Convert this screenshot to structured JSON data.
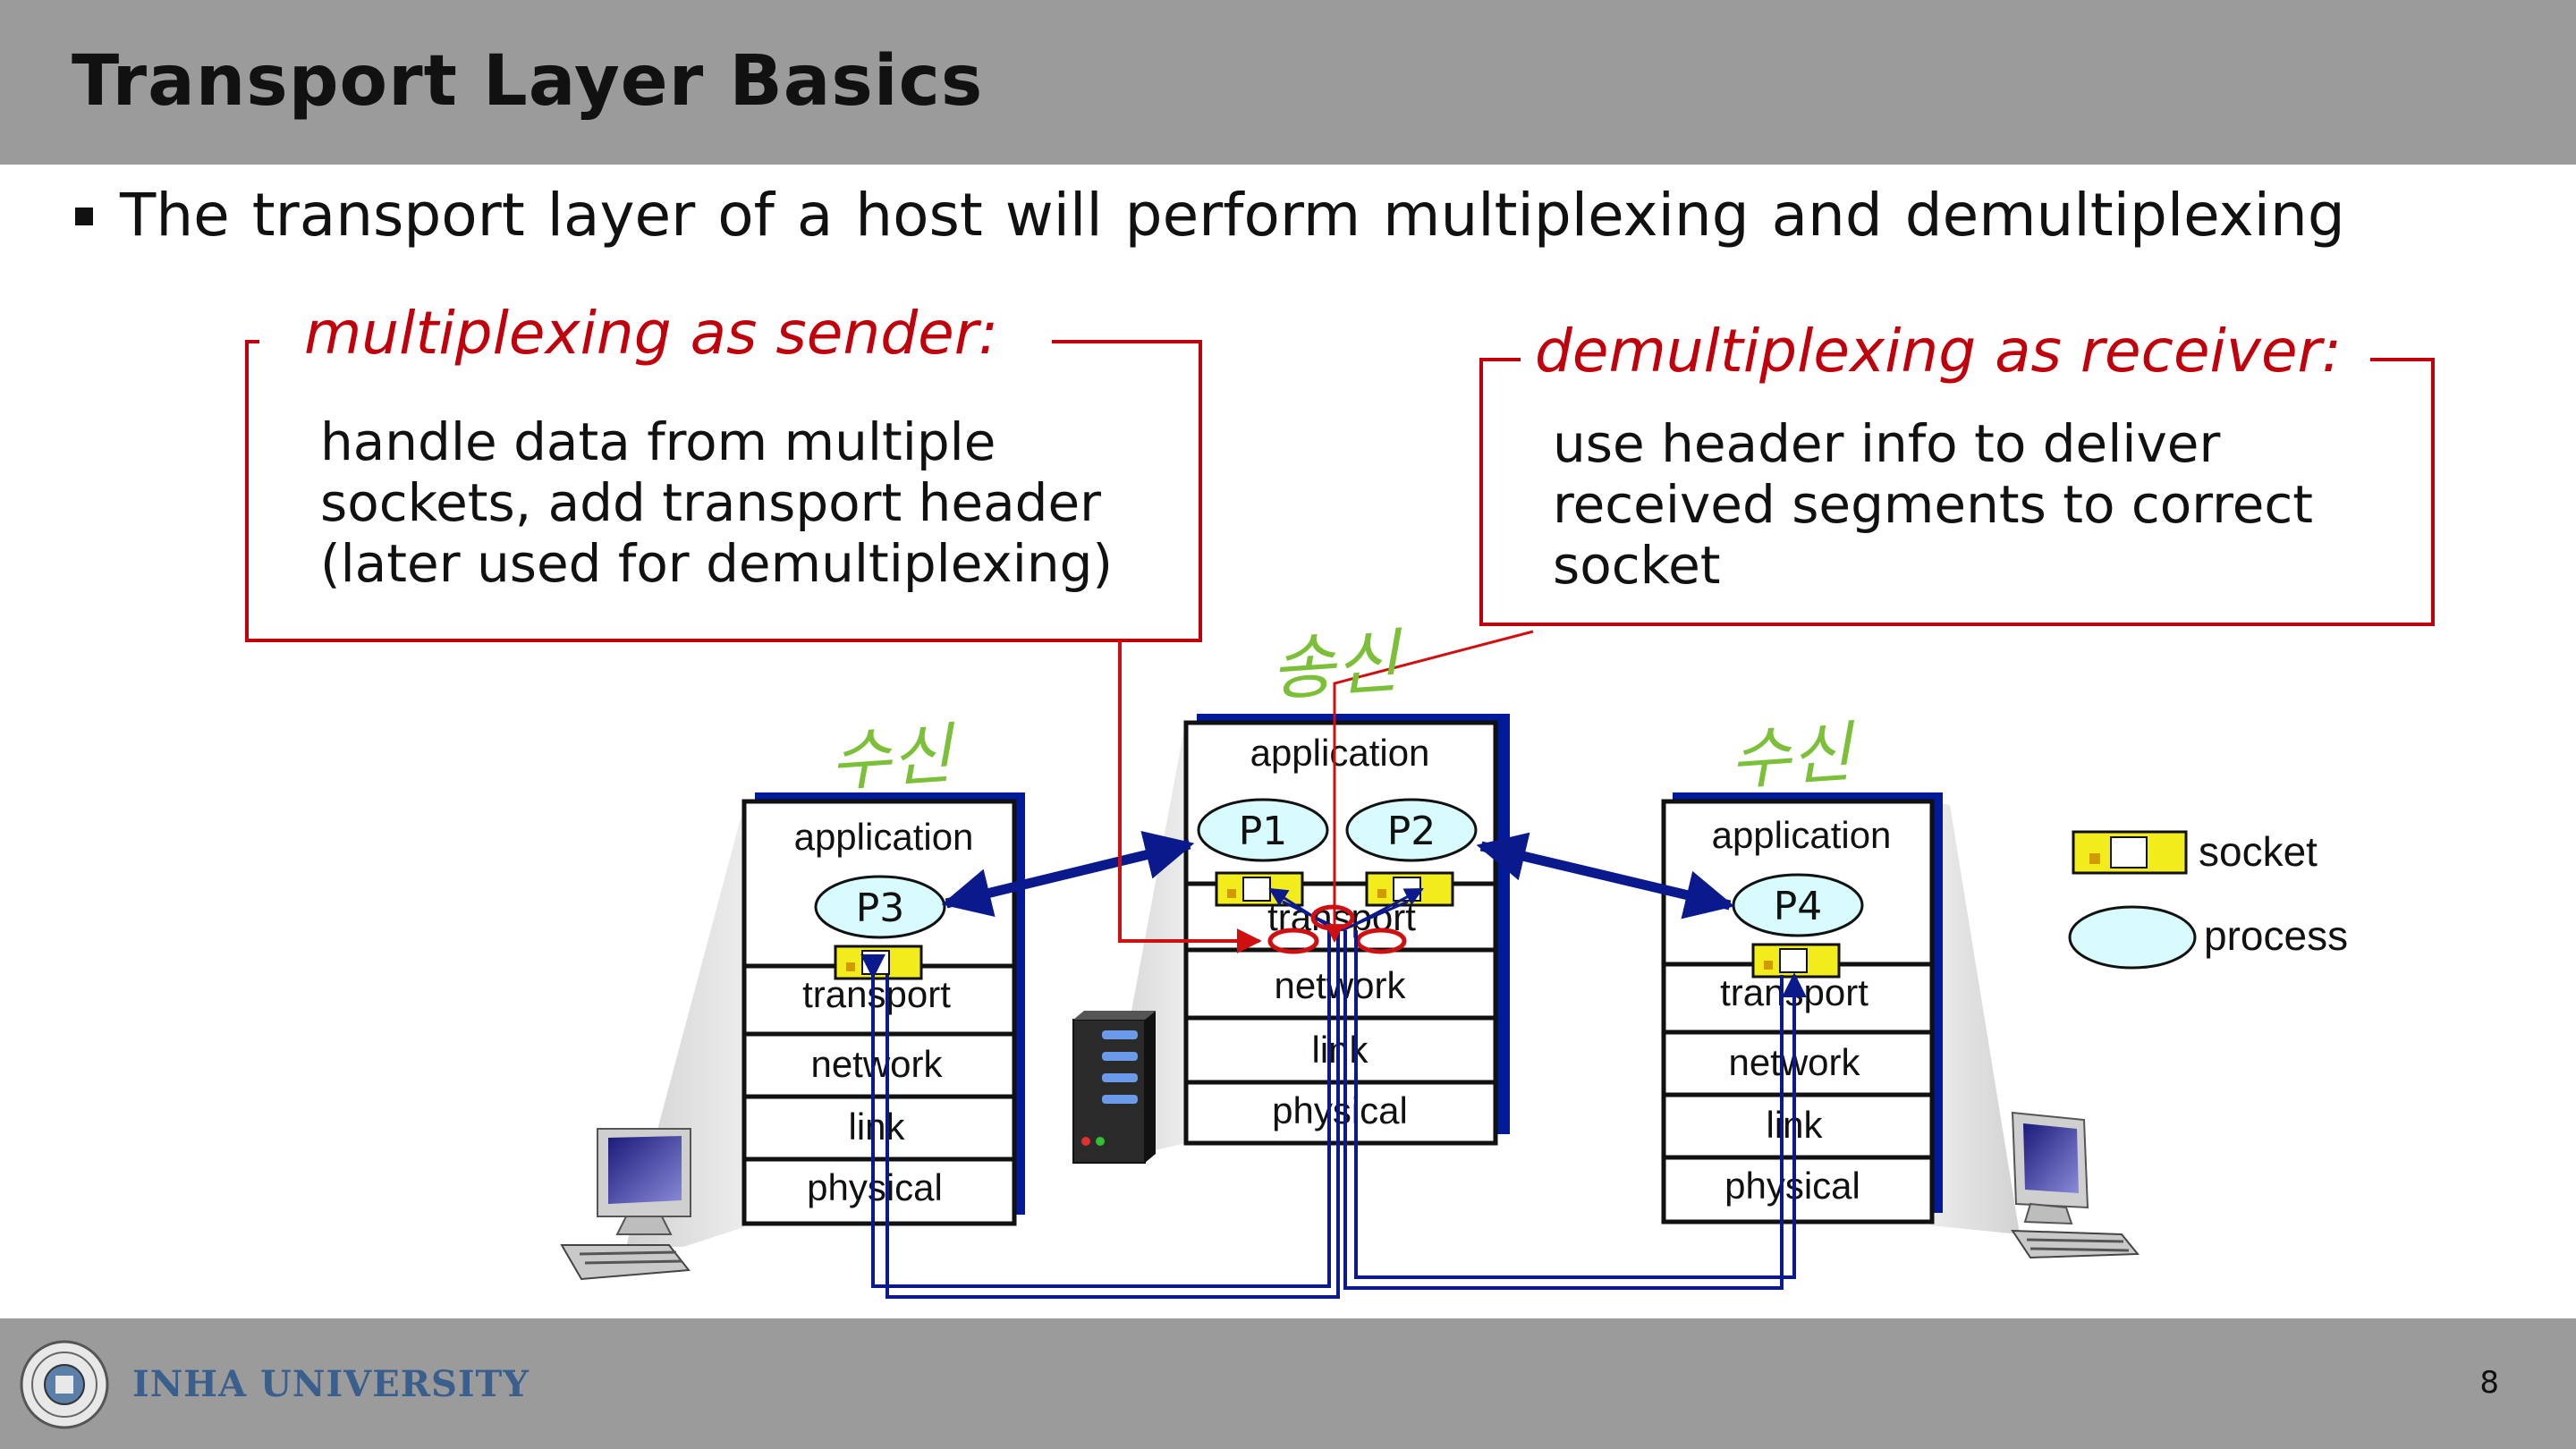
{
  "slide": {
    "title": "Transport Layer Basics",
    "bullet": "The transport layer of a host will perform multiplexing and demultiplexing",
    "page_number": "8"
  },
  "footer": {
    "university": "INHA UNIVERSITY"
  },
  "callouts": {
    "sender": {
      "title": "multiplexing as sender:",
      "lines": [
        "handle data from multiple",
        "sockets, add transport header",
        "(later used for demultiplexing)"
      ]
    },
    "receiver": {
      "title": "demultiplexing as receiver:",
      "lines": [
        "use header info to deliver",
        "received segments to correct",
        "socket"
      ]
    }
  },
  "annotations": {
    "left_host": "수신",
    "center_host": "송신",
    "right_host": "수신"
  },
  "hosts": {
    "left": {
      "layers": [
        "application",
        "transport",
        "network",
        "link",
        "physical"
      ],
      "processes": [
        "P3"
      ]
    },
    "center": {
      "layers": [
        "application",
        "transport",
        "network",
        "link",
        "physical"
      ],
      "processes": [
        "P1",
        "P2"
      ]
    },
    "right": {
      "layers": [
        "application",
        "transport",
        "network",
        "link",
        "physical"
      ],
      "processes": [
        "P4"
      ]
    }
  },
  "legend": {
    "socket_label": "socket",
    "process_label": "process"
  },
  "colors": {
    "header_gray": "#9b9b9b",
    "accent_red": "#c0000a",
    "handwriting_green": "#7cc03a",
    "arrow_navy": "#0a1a8c",
    "socket_yellow": "#f2ec1c",
    "process_cyan": "#d8fbfd",
    "university_blue": "#3a5f8c"
  }
}
